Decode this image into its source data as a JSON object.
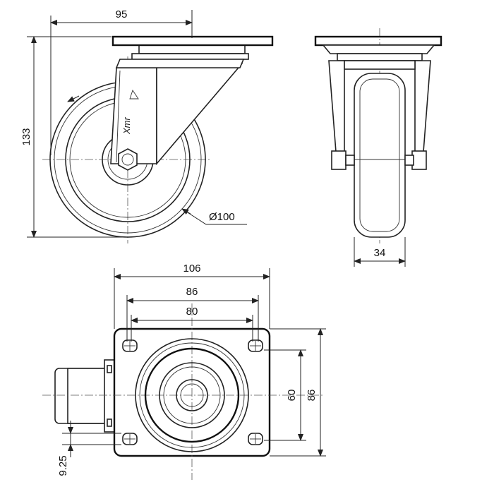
{
  "dimensions": {
    "mount_offset": "95",
    "total_height": "133",
    "wheel_diameter": "Ø100",
    "wheel_width": "34",
    "plate_width": "106",
    "hole_spacing_outer": "86",
    "hole_spacing_inner": "80",
    "plate_depth": "86",
    "hole_spacing_depth": "60",
    "slot_offset": "9.25"
  },
  "logo": {
    "text": "Xmr"
  }
}
